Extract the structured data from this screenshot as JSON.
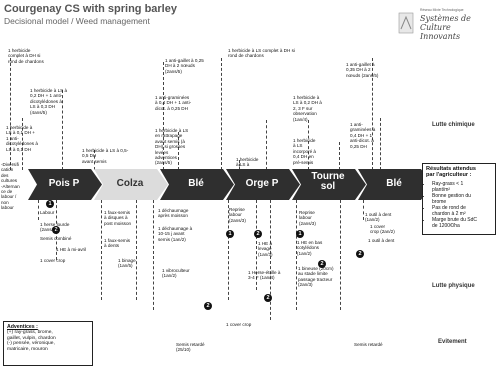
{
  "header": {
    "title": "Courgenay CS with spring barley",
    "subtitle": "Decisional model / Weed management"
  },
  "logo": {
    "top_text": "Réseau Mixte Technologique",
    "name_lines": [
      "Systèmes de",
      "Culture Innovants"
    ]
  },
  "bands": {
    "chemical": "Lutte chimique",
    "physical": "Lutte physique",
    "avoidance": "Evitement"
  },
  "crops": [
    "Pois P",
    "Colza",
    "Blé",
    "Orge P",
    "Tourne\nsol",
    "Blé"
  ],
  "left_note": "-Diversifi\ncation\ndes\ncultures\n-Alternan\nce de\nlabour /\nnon\nlabour",
  "chemical_notes": [
    "1 herbicide\ncomplet à DH si\nrond de chardons",
    "1 herbicide à LS à\n0,2 DH + 1 anti-\ndicotylédones à\nLS à 0,3 DH\n(4ans/5)",
    "1 herbicide à\nLS à 0,1 DH +\n1 anti-\ndicotylédones à\nLS à 0,1 DH",
    "1 herbicide à LS à 0,5-\n0,5 DH\navant semis",
    "1 anti-graminées\nà 0,4 DH + 1 anti-\ndicot. à 0,25 DH",
    "1 herbicide à LS\nen rattrapage\navant semis (à\nDH) si grosses\nlevées\nadventices\n(2ans/5)",
    "1 anti-gaillet à 0,25\nDH à 2 nœuds\n(2ans/5)",
    "1 herbicide à LS complet à DH si\nrond de chardons",
    "1 herbicide\nà LS à\n0,5 DH",
    "1 herbicide à\nLS à 0,2 DH à\n2, 3 F sur\nobservation\n(1an/4)",
    "1 herbicide\nà LS\nincorporé à\n0,4 DH en\npré-semis",
    "1 anti-gaillet à\n0,35 DH à 2\nnœuds (2ans/5)",
    "1 anti-\ngraminées à\n0,4 DH + 1\nanti-dicot. à\n0,25 DH"
  ],
  "physical_notes": [
    "Labour",
    "1 herse lourde\n(2ans/5)",
    "Semis combiné",
    "1 HE à mi-avril",
    "1 cover crop",
    "1 faux-semis\nà disques à\npost moisson",
    "1 faux-semis\nà dents",
    "1 binage\n(1an/5)",
    "1 déchaumage\naprès moisson",
    "1 déchaumage à\n10-15 j avant\nsemis (1an/2)",
    "1 vibroculteur\n(1an/2)",
    "Reprise\nlabour\n(2ans/3)",
    "1 HE à\nlevage\n(1an/3)",
    "1 Herse-étrille à\n3-4 F (1an/4)",
    "1 cover crop",
    "Reprise\nlabour\n(2ans/3)",
    "1 HE en bas\ncotylédons\n(1an/2)",
    "1 bineuse (20cm)\nau stade limite\npassage tracteur\n(2an/3)",
    "1 outil à dent\n(1an/2)",
    "1 cover\ncrop (2an/2)",
    "1 outil à dent"
  ],
  "avoidance_notes": [
    "Semis retardé\n(25/10)",
    "Semis retardé"
  ],
  "badges": [
    "1",
    "2"
  ],
  "results": {
    "title": "Résultats attendus\npar l'agriculteur :",
    "items": [
      "Ray-grass < 1\nplant/m²",
      "Bonne gestion du\nbrome",
      "Pas de rond de\nchardon à 2 m²",
      "Marge brute du SdC\nde 1200€/ha"
    ]
  },
  "adventices": {
    "title": "Adventices :",
    "text": "(+) ray-grass, brome,\ngaillet, vulpin, chardon\n(-) pensée, véronique,\nmatricaire, mouron"
  },
  "colors": {
    "chevron_dark": "#2f2f2f",
    "chevron_light": "#dcdcdc",
    "line": "#444444"
  }
}
